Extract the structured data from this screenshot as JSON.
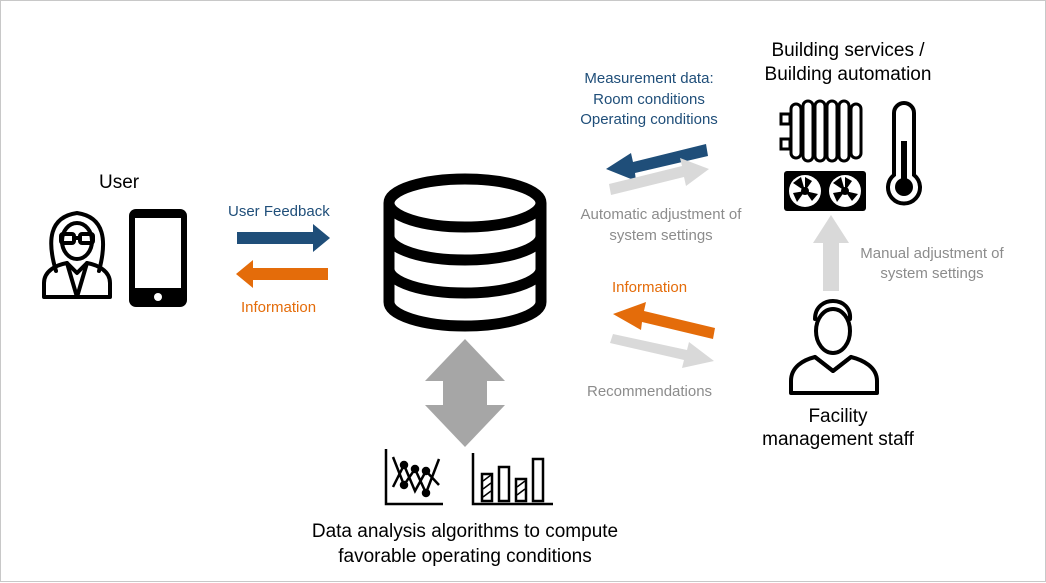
{
  "colors": {
    "blue": "#1f4e79",
    "orange": "#e46c0a",
    "gray_arrow": "#d9d9d9",
    "gray_text": "#8c8c8c",
    "icon": "#000000"
  },
  "icons": [
    "user-icon",
    "smartphone-icon",
    "database-icon",
    "radiator-icon",
    "fan-icon",
    "thermometer-icon",
    "staff-icon",
    "line-chart-icon",
    "bar-chart-icon"
  ],
  "user": {
    "title": "User",
    "feedback_label": "User Feedback",
    "information_label": "Information"
  },
  "building": {
    "title_line1": "Building services /",
    "title_line2": "Building automation",
    "measurement_line1": "Measurement data:",
    "measurement_line2": "Room conditions",
    "measurement_line3": "Operating conditions",
    "auto_adjust_line1": "Automatic adjustment of",
    "auto_adjust_line2": "system settings",
    "manual_adjust_line1": "Manual adjustment of",
    "manual_adjust_line2": "system settings"
  },
  "facility": {
    "title_line1": "Facility",
    "title_line2": "management staff",
    "information_label": "Information",
    "recommendations_label": "Recommendations"
  },
  "analysis": {
    "caption_line1": "Data analysis algorithms to compute",
    "caption_line2": "favorable operating conditions"
  }
}
